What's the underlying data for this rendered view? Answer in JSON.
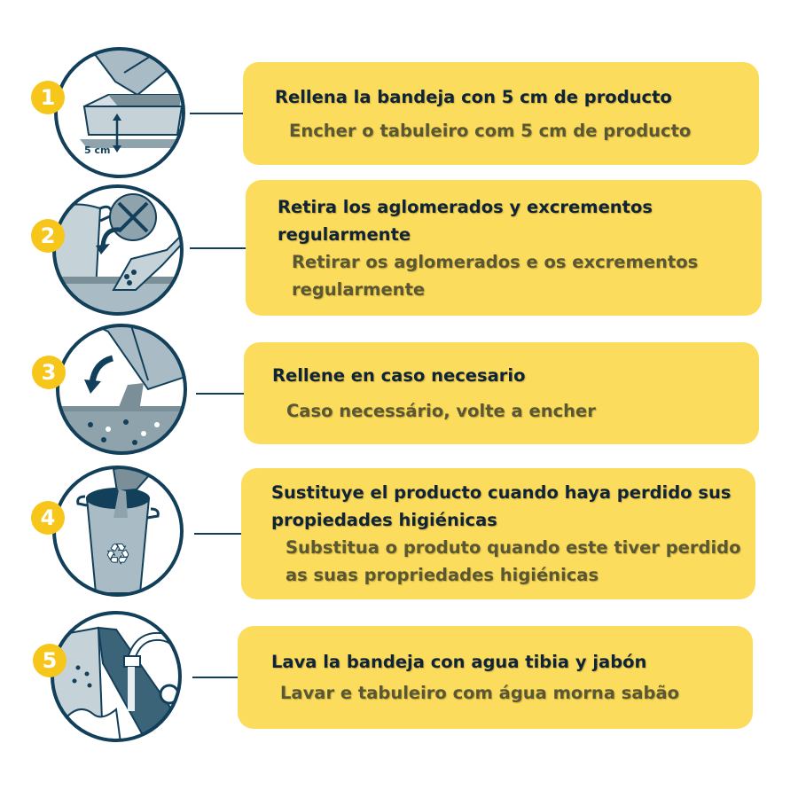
{
  "colors": {
    "card_bg": "#FCDC5C",
    "badge_bg": "#F6C61B",
    "line_navy": "#123f5a",
    "illus_fill": "#a9bcc5",
    "spanish_text": "#0f2438",
    "portuguese_text": "#5a5834"
  },
  "steps": [
    {
      "number": "1",
      "icon": "litter-tray-fill-icon",
      "illustration_label": "5 cm",
      "es": "Rellena la bandeja con 5 cm de producto",
      "pt": "Encher o tabuleiro com 5 cm de producto"
    },
    {
      "number": "2",
      "icon": "scoop-clumps-icon",
      "es": "Retira los aglomerados y excrementos regularmente",
      "pt": "Retirar os aglomerados e os excrementos regularmente"
    },
    {
      "number": "3",
      "icon": "refill-pour-icon",
      "es": "Rellene en caso necesario",
      "pt": "Caso necessário, volte a encher"
    },
    {
      "number": "4",
      "icon": "recycle-bin-icon",
      "es": "Sustituye el producto cuando haya perdido sus propiedades higiénicas",
      "pt": "Substitua o produto quando este tiver perdido as suas propriedades higiénicas"
    },
    {
      "number": "5",
      "icon": "wash-tray-tap-icon",
      "es": "Lava la bandeja con agua tibia y jabón",
      "pt": "Lavar e tabuleiro com água morna sabão"
    }
  ]
}
